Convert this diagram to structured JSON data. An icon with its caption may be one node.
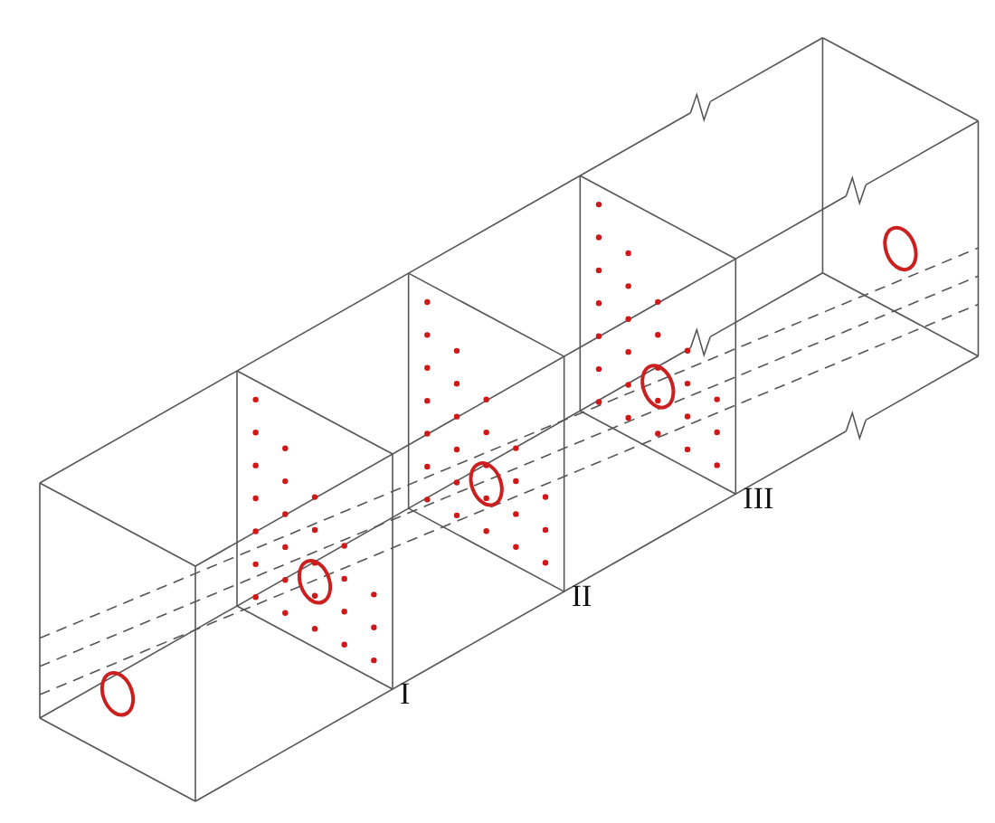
{
  "diagram": {
    "labels": [
      "I",
      "II",
      "III"
    ]
  }
}
